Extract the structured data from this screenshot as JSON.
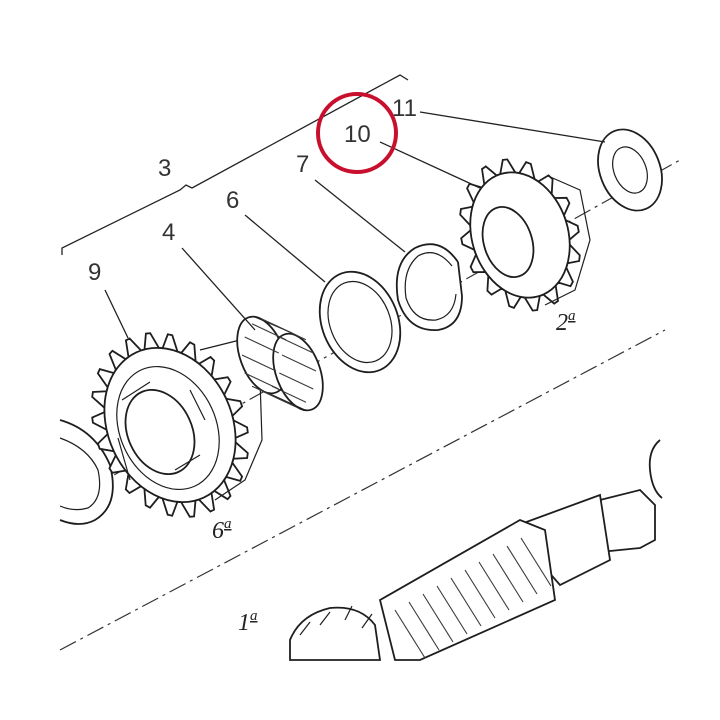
{
  "diagram": {
    "callouts": {
      "c3": "3",
      "c4": "4",
      "c6": "6",
      "c7": "7",
      "c9": "9",
      "c10": "10",
      "c11": "11"
    },
    "gear_labels": {
      "sixth": {
        "num": "6",
        "sup": "a"
      },
      "second": {
        "num": "2",
        "sup": "a"
      },
      "first": {
        "num": "1",
        "sup": "a"
      }
    },
    "highlight": {
      "target": "10",
      "color": "#c8102e"
    }
  }
}
